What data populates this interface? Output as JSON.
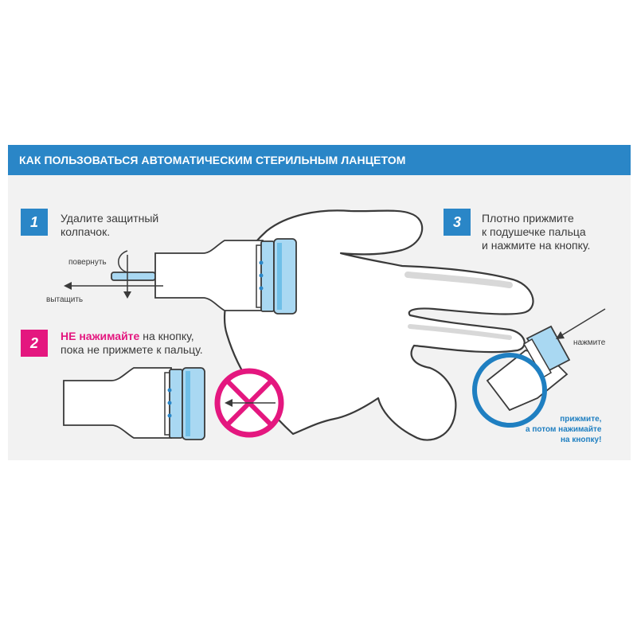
{
  "header": {
    "title": "КАК ПОЛЬЗОВАТЬСЯ АВТОМАТИЧЕСКИМ СТЕРИЛЬНЫМ ЛАНЦЕТОМ"
  },
  "steps": [
    {
      "number": "1",
      "color": "#2a86c7",
      "lines": [
        "Удалите защитный",
        "колпачок."
      ]
    },
    {
      "number": "2",
      "color": "#e4177f",
      "highlight": "НЕ нажимайте",
      "line1_rest": " на кнопку,",
      "line2": "пока не прижмете к пальцу."
    },
    {
      "number": "3",
      "color": "#2a86c7",
      "lines": [
        "Плотно прижмите",
        "к подушечке пальца",
        "и нажмите на кнопку."
      ]
    }
  ],
  "labels": {
    "twist": "повернуть",
    "pull": "вытащить",
    "press": "нажмите"
  },
  "note": [
    "прижмите,",
    "а потом нажимайте",
    "на кнопку!"
  ],
  "colors": {
    "accent_blue": "#2a86c7",
    "accent_pink": "#e4177f",
    "button_blue": "#a9d8f2"
  }
}
